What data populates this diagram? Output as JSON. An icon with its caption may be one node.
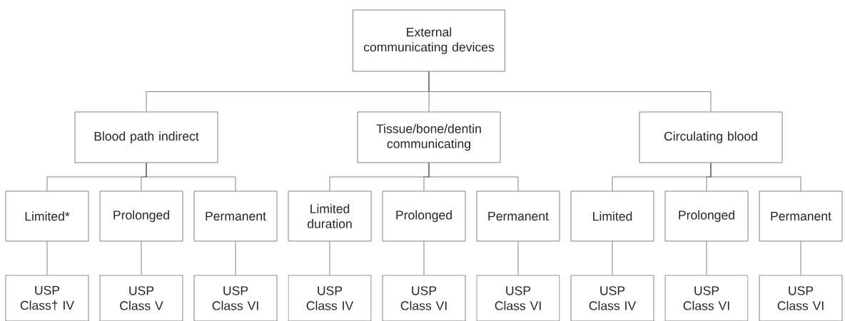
{
  "diagram": {
    "nodes": [
      {
        "text": [
          "External communicating devices"
        ]
      },
      {
        "text": [
          "Blood path indirect"
        ]
      },
      {
        "text": [
          "Tissue/bone/dentin communicating"
        ]
      },
      {
        "text": [
          "Circulating blood"
        ]
      },
      {
        "text": [
          "Limited*"
        ]
      },
      {
        "text": [
          "Prolonged"
        ]
      },
      {
        "text": [
          "Permanent"
        ]
      },
      {
        "text": [
          "Limited duration"
        ]
      },
      {
        "text": [
          "Prolonged"
        ]
      },
      {
        "text": [
          "Permanent"
        ]
      },
      {
        "text": [
          "Limited"
        ]
      },
      {
        "text": [
          "Prolonged"
        ]
      },
      {
        "text": [
          "Permanent"
        ]
      },
      {
        "text": [
          "USP Class† IV"
        ]
      },
      {
        "text": [
          "USP Class V"
        ]
      },
      {
        "text": [
          "USP Class VI"
        ]
      },
      {
        "text": [
          "USP Class IV"
        ]
      },
      {
        "text": [
          "USP Class VI"
        ]
      },
      {
        "text": [
          "USP Class VI"
        ]
      },
      {
        "text": [
          "USP Class IV"
        ]
      },
      {
        "text": [
          "USP Class VI"
        ]
      },
      {
        "text": [
          "USP Class VI"
        ]
      }
    ],
    "edges": [
      {
        "from": 0,
        "to": 1,
        "arrow": "none"
      },
      {
        "from": 0,
        "to": 2,
        "arrow": "none"
      },
      {
        "from": 0,
        "to": 3,
        "arrow": "none"
      },
      {
        "from": 1,
        "to": 4,
        "arrow": "none"
      },
      {
        "from": 1,
        "to": 5,
        "arrow": "none"
      },
      {
        "from": 1,
        "to": 6,
        "arrow": "none"
      },
      {
        "from": 2,
        "to": 7,
        "arrow": "none"
      },
      {
        "from": 2,
        "to": 8,
        "arrow": "none"
      },
      {
        "from": 2,
        "to": 9,
        "arrow": "none"
      },
      {
        "from": 3,
        "to": 10,
        "arrow": "none"
      },
      {
        "from": 3,
        "to": 11,
        "arrow": "none"
      },
      {
        "from": 3,
        "to": 12,
        "arrow": "none"
      },
      {
        "from": 4,
        "to": 13,
        "arrow": "none"
      },
      {
        "from": 5,
        "to": 14,
        "arrow": "none"
      },
      {
        "from": 6,
        "to": 15,
        "arrow": "none"
      },
      {
        "from": 7,
        "to": 16,
        "arrow": "none"
      },
      {
        "from": 8,
        "to": 17,
        "arrow": "none"
      },
      {
        "from": 9,
        "to": 18,
        "arrow": "none"
      },
      {
        "from": 10,
        "to": 19,
        "arrow": "none"
      },
      {
        "from": 11,
        "to": 20,
        "arrow": "none"
      },
      {
        "from": 12,
        "to": 21,
        "arrow": "none"
      }
    ]
  }
}
